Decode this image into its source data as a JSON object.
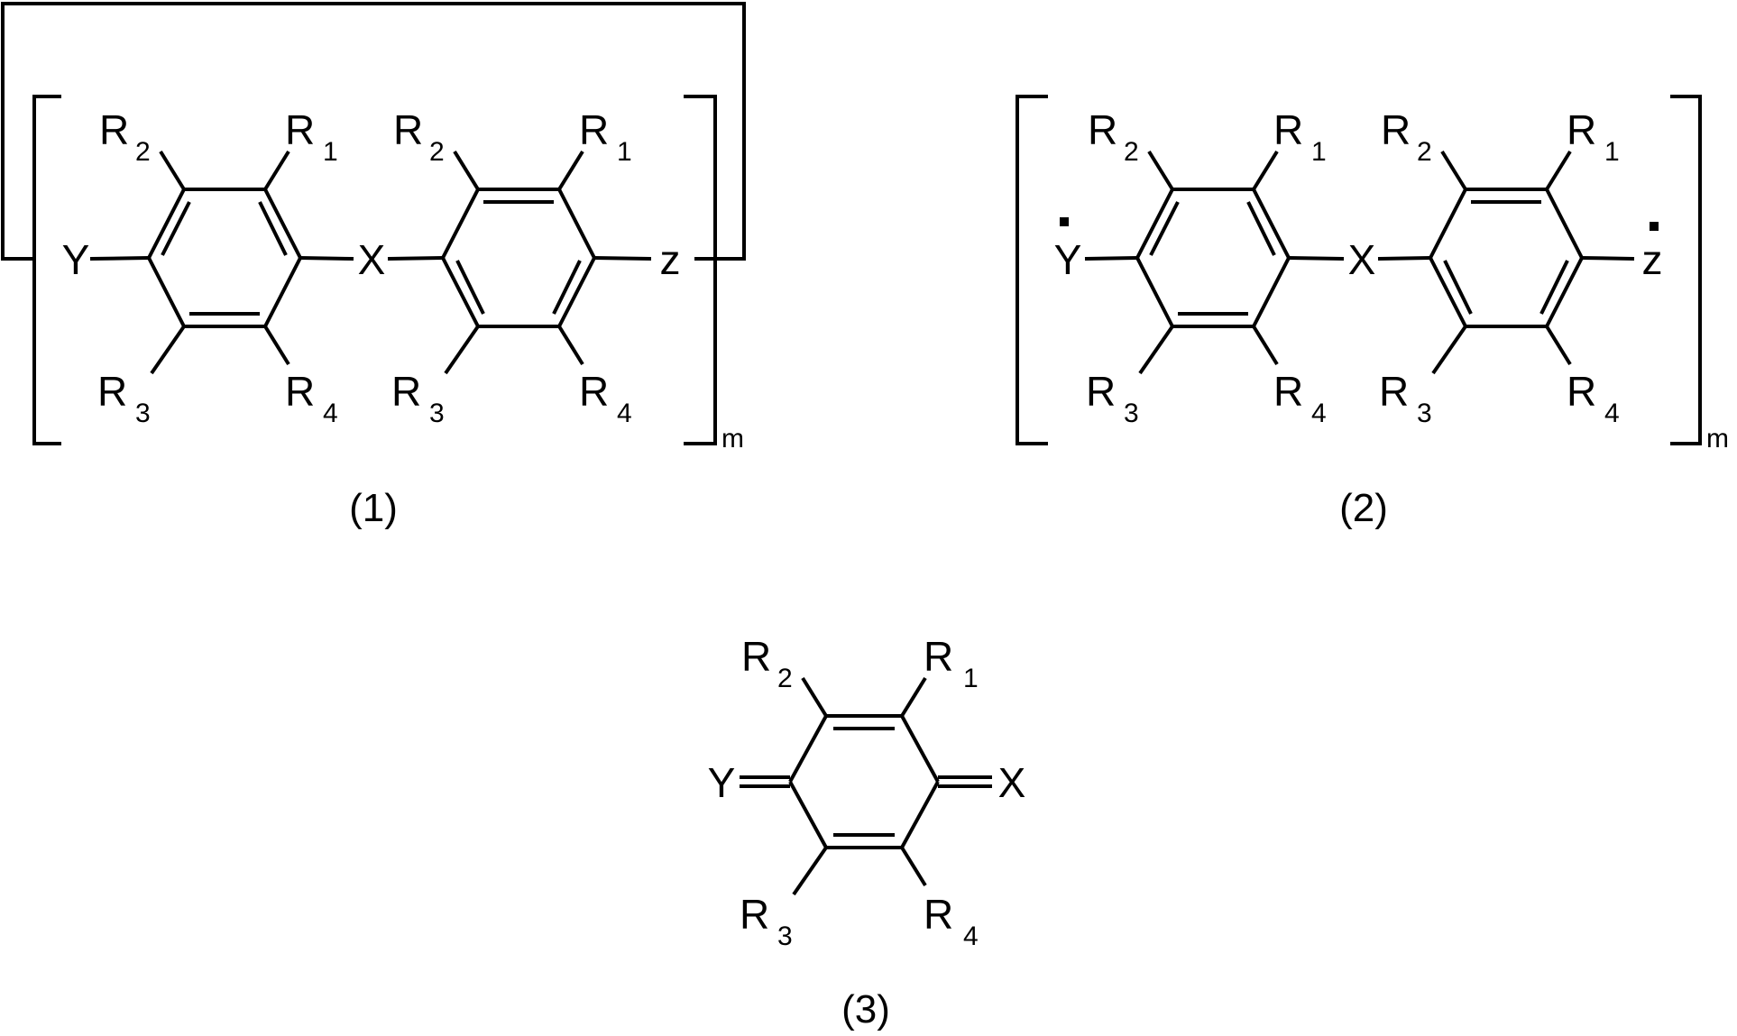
{
  "structures": [
    {
      "caption": "(1)",
      "left_atom": "Y",
      "bridge_atom": "X",
      "right_atom": "z",
      "repeat_subscript": "m",
      "ring_a": {
        "top_right": {
          "R": "R",
          "n": "1"
        },
        "top_left": {
          "R": "R",
          "n": "2"
        },
        "bottom_left": {
          "R": "R",
          "n": "3"
        },
        "bottom_right": {
          "R": "R",
          "n": "4"
        }
      },
      "ring_b": {
        "top_right": {
          "R": "R",
          "n": "1"
        },
        "top_left": {
          "R": "R",
          "n": "2"
        },
        "bottom_left": {
          "R": "R",
          "n": "3"
        },
        "bottom_right": {
          "R": "R",
          "n": "4"
        }
      }
    },
    {
      "caption": "(2)",
      "left_atom": "Y",
      "bridge_atom": "X",
      "right_atom": "z",
      "repeat_subscript": "m",
      "ring_a": {
        "top_right": {
          "R": "R",
          "n": "1"
        },
        "top_left": {
          "R": "R",
          "n": "2"
        },
        "bottom_left": {
          "R": "R",
          "n": "3"
        },
        "bottom_right": {
          "R": "R",
          "n": "4"
        }
      },
      "ring_b": {
        "top_right": {
          "R": "R",
          "n": "1"
        },
        "top_left": {
          "R": "R",
          "n": "2"
        },
        "bottom_left": {
          "R": "R",
          "n": "3"
        },
        "bottom_right": {
          "R": "R",
          "n": "4"
        }
      }
    },
    {
      "caption": "(3)",
      "left_atom": "Y",
      "right_atom": "X",
      "ring": {
        "top_right": {
          "R": "R",
          "n": "1"
        },
        "top_left": {
          "R": "R",
          "n": "2"
        },
        "bottom_left": {
          "R": "R",
          "n": "3"
        },
        "bottom_right": {
          "R": "R",
          "n": "4"
        }
      }
    }
  ]
}
